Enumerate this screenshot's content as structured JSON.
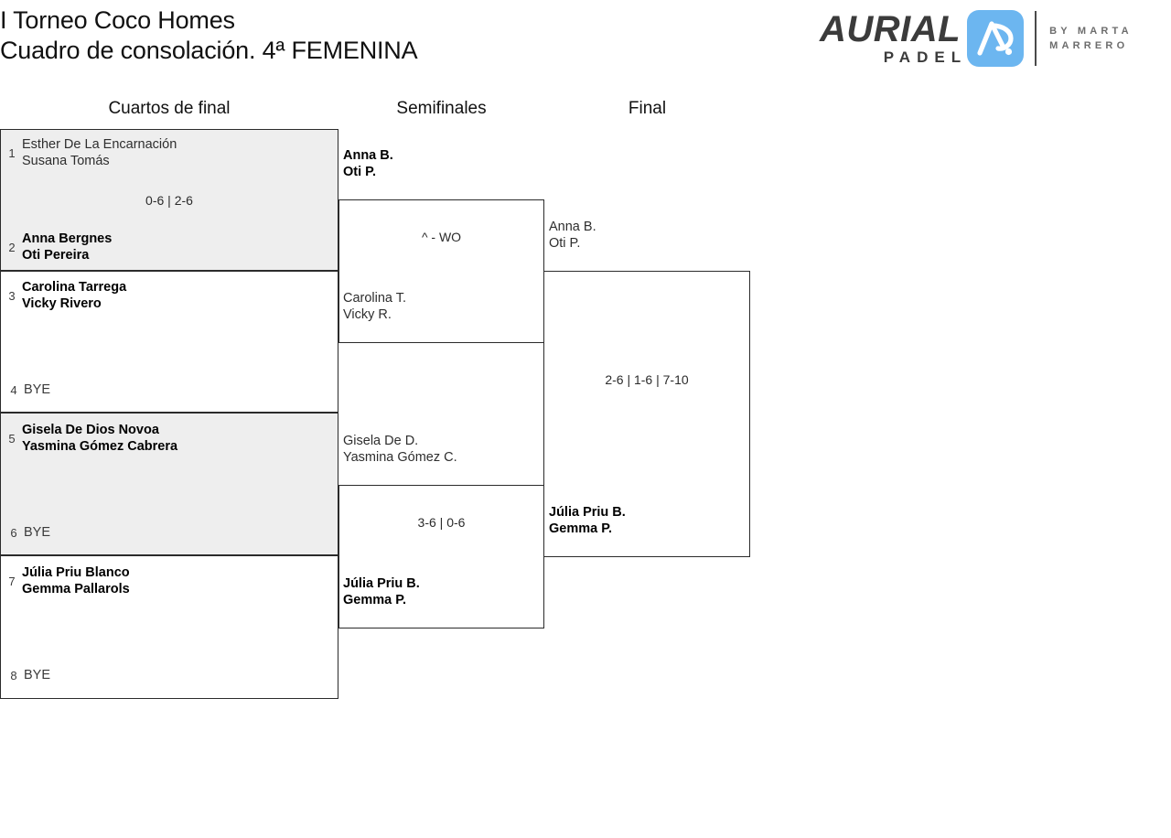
{
  "title": {
    "line1": "I Torneo Coco Homes",
    "line2": "Cuadro de consolación. 4ª FEMENINA"
  },
  "logo": {
    "wordmark": "AURIAL",
    "subword": "PADEL",
    "mark_alt": "ap-monogram-icon",
    "by_line1": "BY MARTA",
    "by_line2": "MARRERO",
    "brand_blue": "#6cb6f0",
    "brand_dark": "#3b3b3b"
  },
  "rounds": [
    {
      "label": "Cuartos de final"
    },
    {
      "label": "Semifinales"
    },
    {
      "label": "Final"
    }
  ],
  "quarterfinals": [
    {
      "shaded": true,
      "score": "0-6 | 2-6",
      "top": {
        "seed": "1",
        "line1": "Esther De La Encarnación",
        "line2": "Susana Tomás",
        "result": "loser"
      },
      "bottom": {
        "seed": "2",
        "line1": "Anna Bergnes",
        "line2": "Oti Pereira",
        "result": "winner"
      }
    },
    {
      "shaded": false,
      "score": "",
      "top": {
        "seed": "3",
        "line1": "Carolina Tarrega",
        "line2": "Vicky Rivero",
        "result": "winner"
      },
      "bottom": {
        "seed": "4",
        "line1": "BYE",
        "line2": "",
        "result": "bye"
      }
    },
    {
      "shaded": true,
      "score": "",
      "top": {
        "seed": "5",
        "line1": "Gisela De Dios Novoa",
        "line2": "Yasmina Gómez Cabrera",
        "result": "winner"
      },
      "bottom": {
        "seed": "6",
        "line1": "BYE",
        "line2": "",
        "result": "bye"
      }
    },
    {
      "shaded": false,
      "score": "",
      "top": {
        "seed": "7",
        "line1": "Júlia Priu Blanco",
        "line2": "Gemma Pallarols",
        "result": "winner"
      },
      "bottom": {
        "seed": "8",
        "line1": "BYE",
        "line2": "",
        "result": "bye"
      }
    }
  ],
  "semifinals": [
    {
      "score": "^ - WO",
      "top": {
        "line1": "Anna B.",
        "line2": "Oti P.",
        "result": "winner"
      },
      "bottom": {
        "line1": "Carolina T.",
        "line2": "Vicky R.",
        "result": "loser"
      }
    },
    {
      "score": "3-6 | 0-6",
      "top": {
        "line1": "Gisela De D.",
        "line2": "Yasmina Gómez C.",
        "result": "loser"
      },
      "bottom": {
        "line1": "Júlia Priu B.",
        "line2": "Gemma P.",
        "result": "winner"
      }
    }
  ],
  "final": {
    "score": "2-6 | 1-6 | 7-10",
    "top": {
      "line1": "Anna B.",
      "line2": "Oti P.",
      "result": "loser"
    },
    "bottom": {
      "line1": "Júlia Priu B.",
      "line2": "Gemma P.",
      "result": "winner"
    }
  }
}
